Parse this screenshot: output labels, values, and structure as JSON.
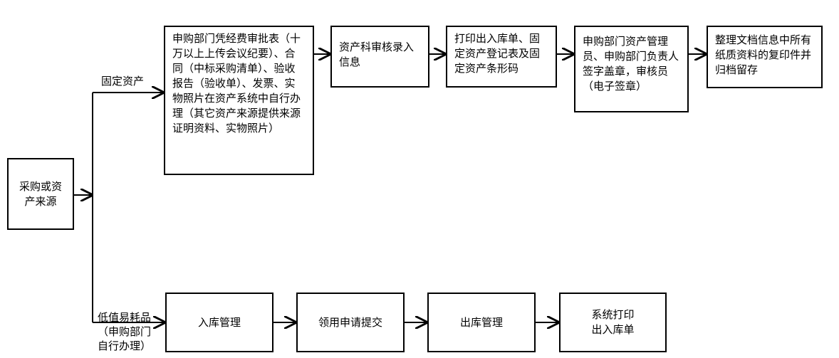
{
  "source_box": {
    "text": "采购或资\n产来源"
  },
  "branches": {
    "fixed": "固定资产",
    "consumable": "低值易耗品\n（申购部门\n自行办理）"
  },
  "fixed_flow": [
    {
      "text": "申购部门凭经费审批表（十万以上上传会议纪要）、合同（中标采购清单）、验收报告（验收单）、发票、实物照片在资产系统中自行办理（其它资产来源提供来源证明资料、实物照片）"
    },
    {
      "text": "资产科审核录入信息"
    },
    {
      "text": "打印出入库单、固定资产登记表及固定资产条形码"
    },
    {
      "text": "申购部门资产管理员、申购部门负责人签字盖章，审核员（电子签章）"
    },
    {
      "text": "整理文档信息中所有纸质资料的复印件并归档留存"
    }
  ],
  "consumable_flow": [
    {
      "text": "入库管理"
    },
    {
      "text": "领用申请提交"
    },
    {
      "text": "出库管理"
    },
    {
      "text": "系统打印\n出入库单"
    }
  ]
}
